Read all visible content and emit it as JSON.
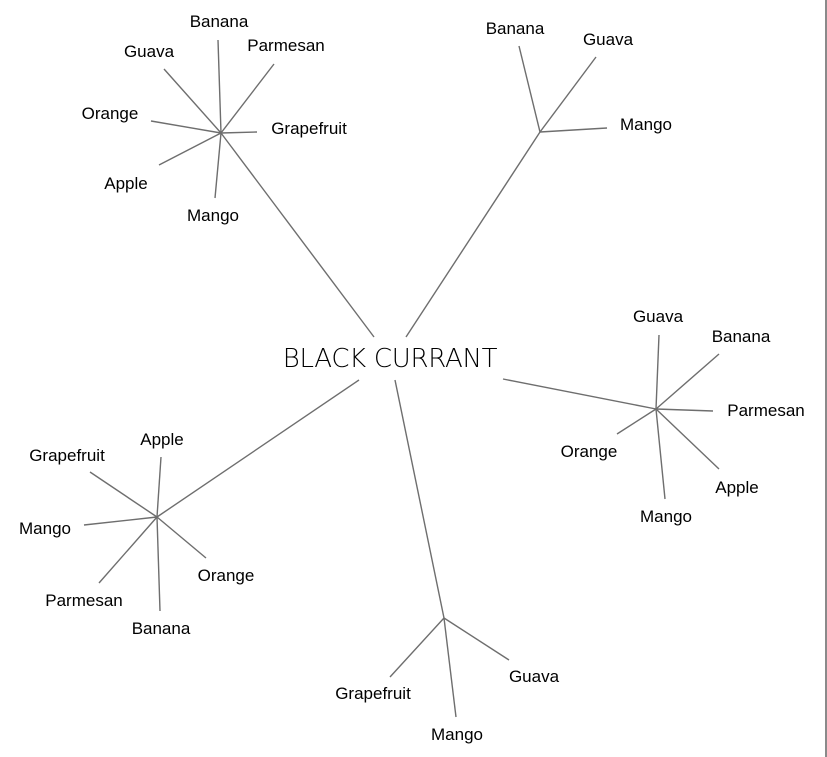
{
  "mindmap": {
    "root": {
      "label": "BLACK CURRANT"
    },
    "clusters": [
      {
        "id": "top-left",
        "children": [
          "Banana",
          "Guava",
          "Parmesan",
          "Orange",
          "Grapefruit",
          "Apple",
          "Mango"
        ]
      },
      {
        "id": "top-right",
        "children": [
          "Banana",
          "Guava",
          "Mango"
        ]
      },
      {
        "id": "right",
        "children": [
          "Guava",
          "Banana",
          "Parmesan",
          "Orange",
          "Apple",
          "Mango"
        ]
      },
      {
        "id": "bottom",
        "children": [
          "Grapefruit",
          "Guava",
          "Mango"
        ]
      },
      {
        "id": "bottom-left",
        "children": [
          "Apple",
          "Grapefruit",
          "Mango",
          "Orange",
          "Parmesan",
          "Banana"
        ]
      }
    ]
  },
  "colors": {
    "edge": "#6e6e6e",
    "text": "#000000",
    "background": "#ffffff"
  }
}
